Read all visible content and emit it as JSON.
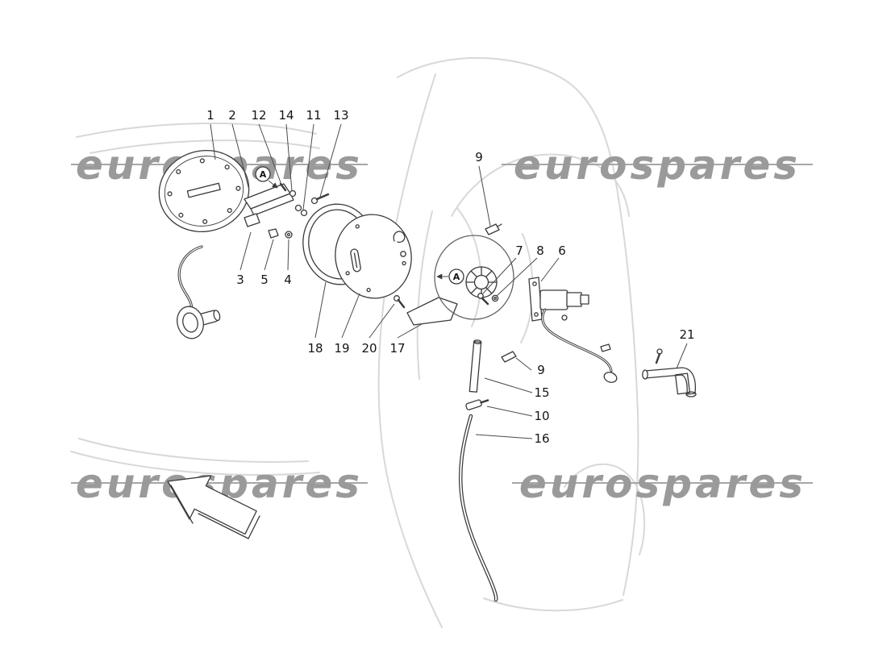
{
  "watermark": {
    "text": "eurospares"
  },
  "markers": {
    "detail_a": "A"
  },
  "callouts": [
    {
      "num": "1"
    },
    {
      "num": "2"
    },
    {
      "num": "12"
    },
    {
      "num": "14"
    },
    {
      "num": "11"
    },
    {
      "num": "13"
    },
    {
      "num": "9"
    },
    {
      "num": "7"
    },
    {
      "num": "8"
    },
    {
      "num": "6"
    },
    {
      "num": "3"
    },
    {
      "num": "5"
    },
    {
      "num": "4"
    },
    {
      "num": "18"
    },
    {
      "num": "19"
    },
    {
      "num": "20"
    },
    {
      "num": "17"
    },
    {
      "num": "9"
    },
    {
      "num": "15"
    },
    {
      "num": "10"
    },
    {
      "num": "16"
    },
    {
      "num": "21"
    }
  ],
  "colors": {
    "background": "#ffffff",
    "watermark": "#9a9a9a",
    "car_outline": "#d8d8d8",
    "part_line": "#3a3a3a",
    "label_text": "#141414"
  }
}
